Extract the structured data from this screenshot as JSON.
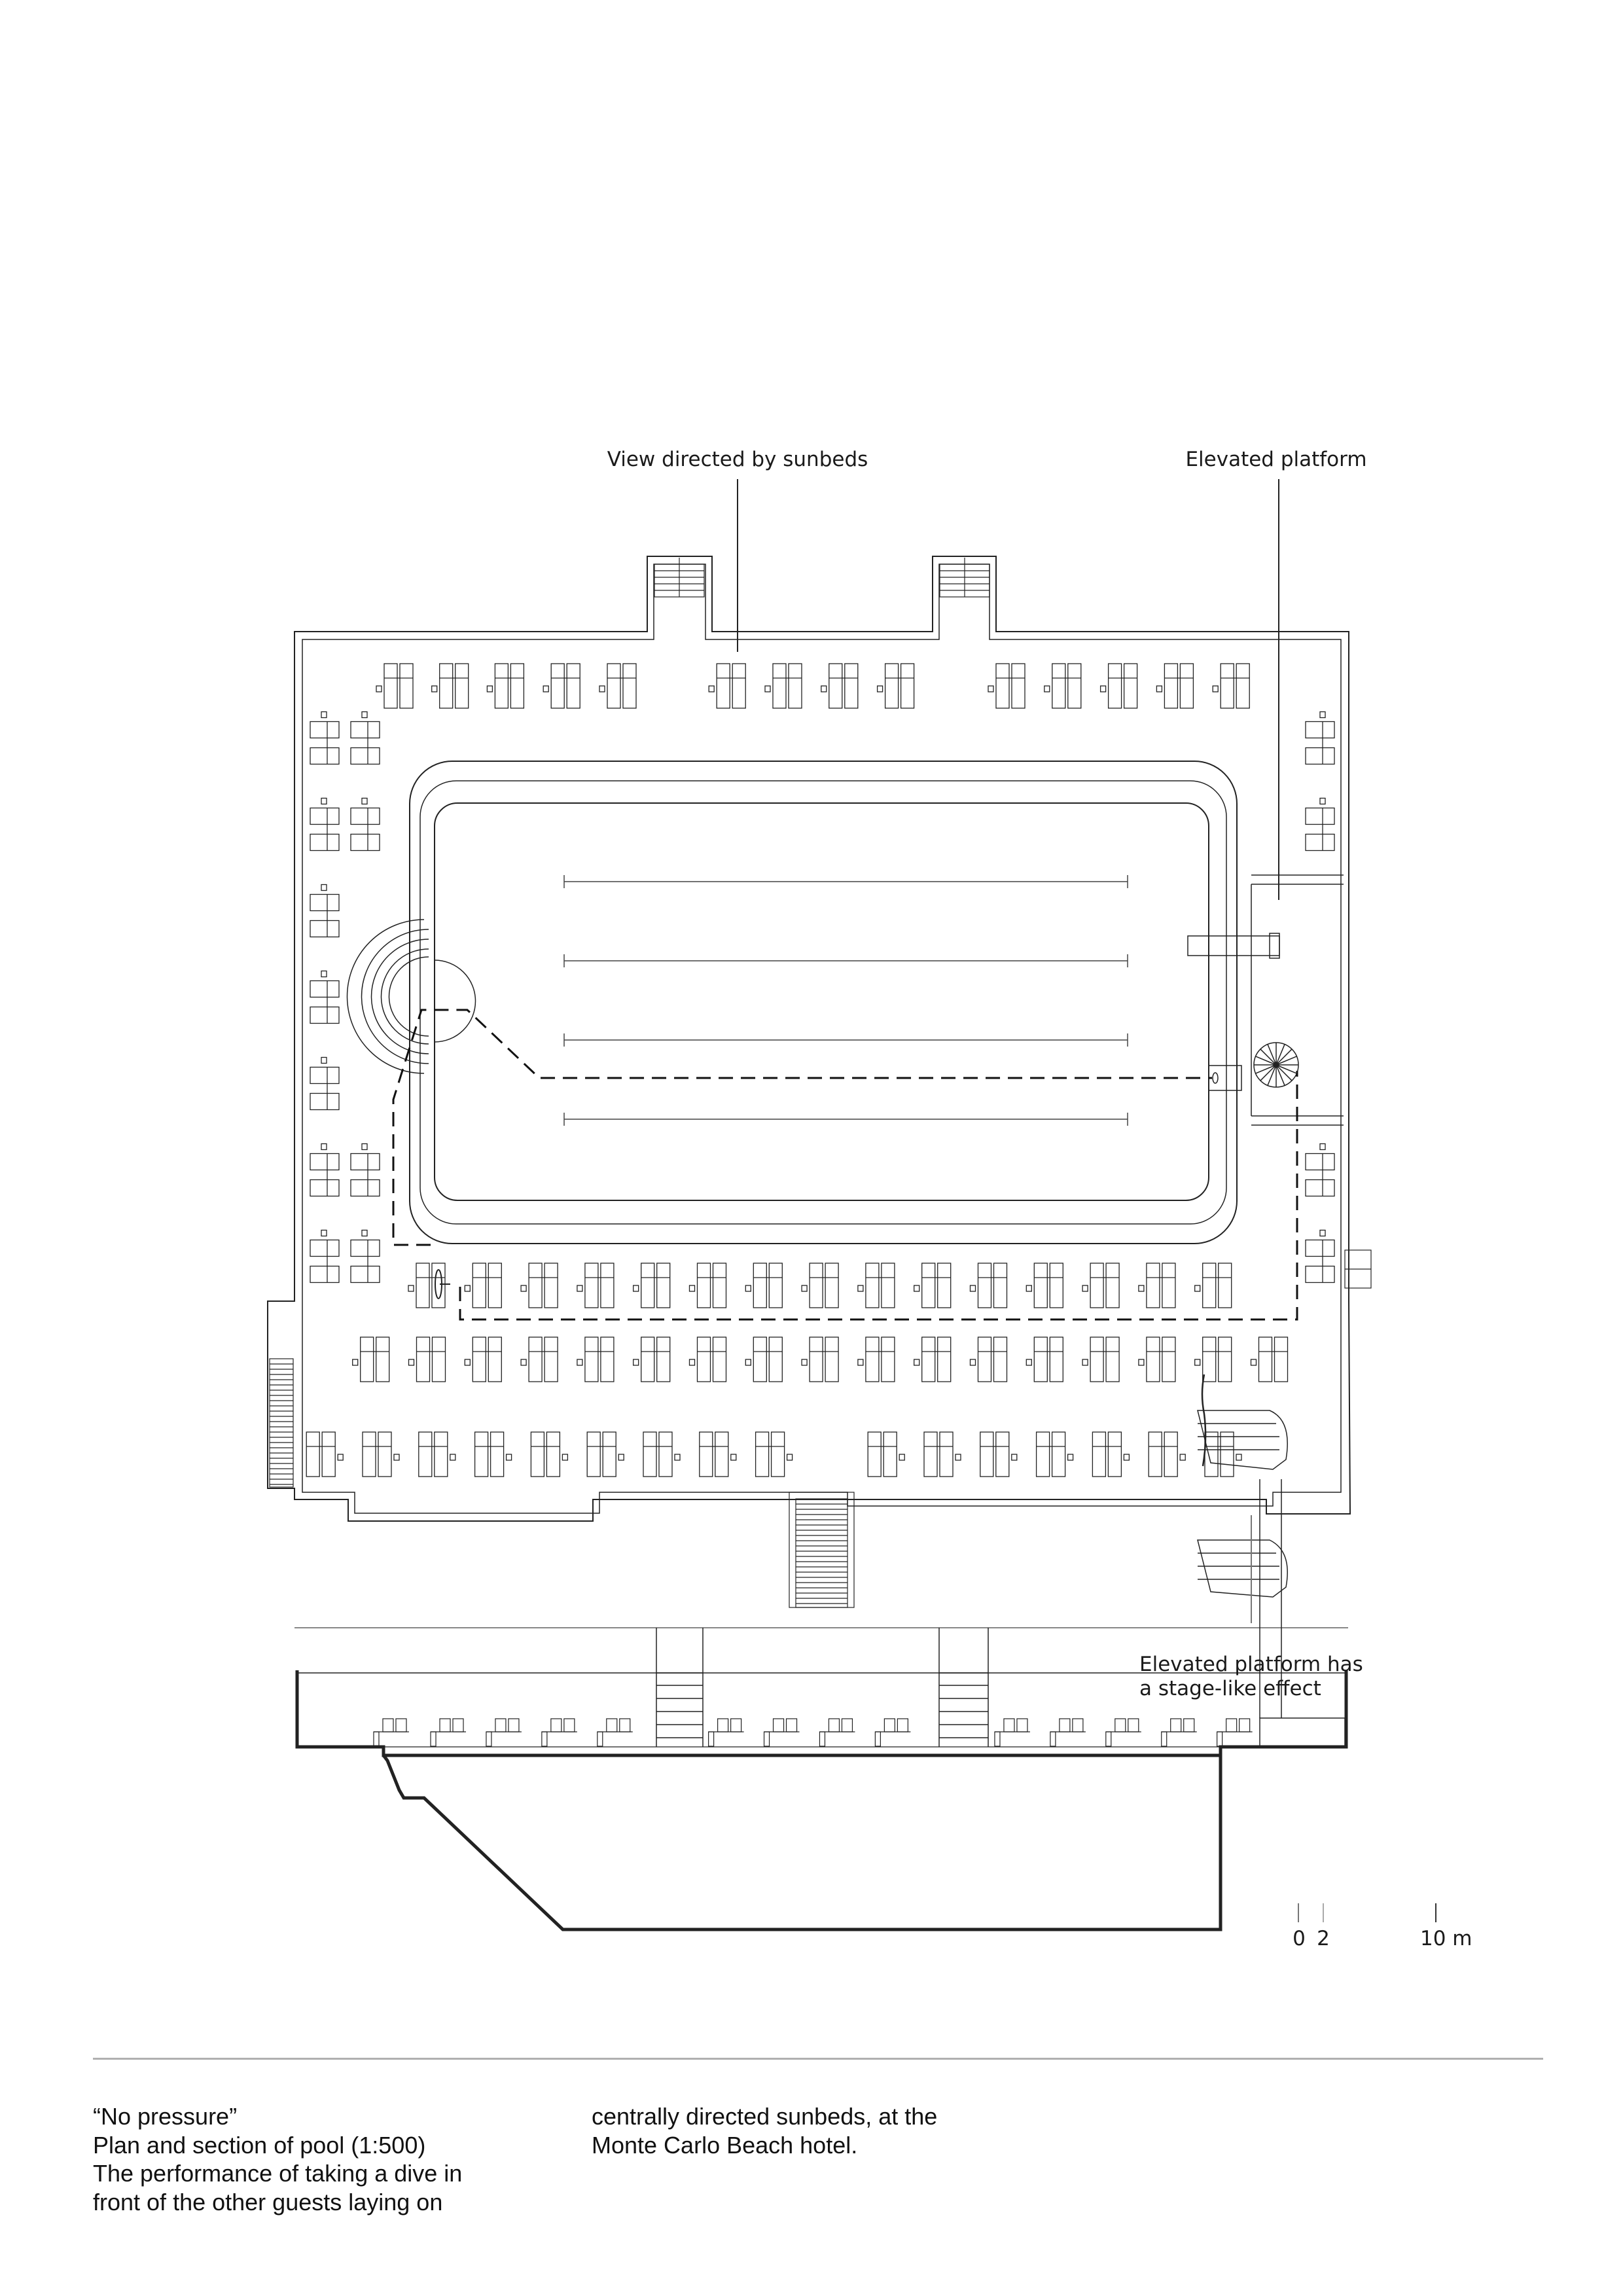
{
  "annotations": {
    "view_sunbeds": "View directed by sunbeds",
    "elevated_platform": "Elevated platform",
    "stage_effect_line1": "Elevated platform has",
    "stage_effect_line2": "a stage-like effect"
  },
  "scale_bar": {
    "labels": [
      "0",
      "2",
      "10 m"
    ]
  },
  "caption": {
    "col1": [
      "“No pressure”",
      "Plan and section of pool (1:500)",
      "The performance of taking a dive in",
      "front of the other guests laying on"
    ],
    "col2": [
      "centrally directed sunbeds, at the",
      "Monte Carlo Beach hotel."
    ]
  }
}
